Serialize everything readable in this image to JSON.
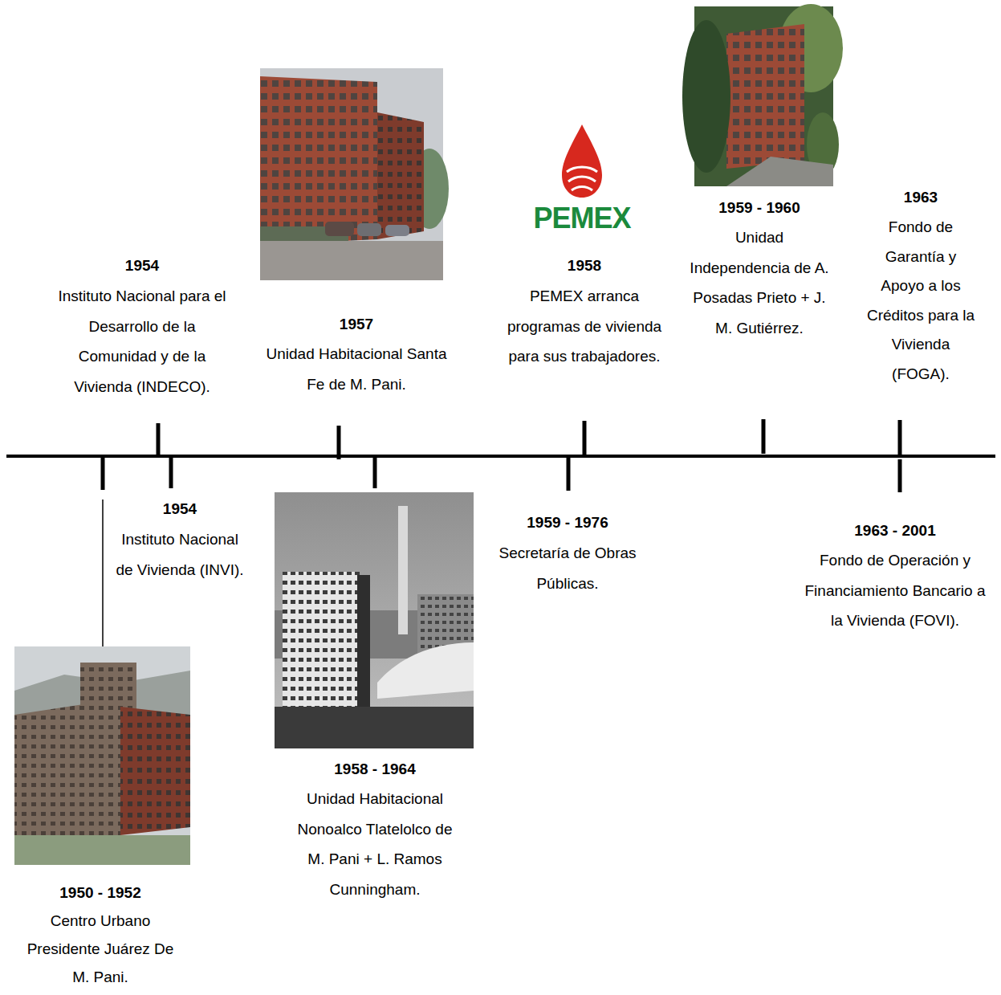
{
  "diagram": {
    "labels": [
      "1950 - 1952",
      "Centro Urbano Presidente Juárez De M. Pani.",
      "1954",
      "Instituto Nacional para el Desarrollo de la Comunidad y de la Vivienda (INDECO).",
      "1954",
      "Instituto Nacional de Vivienda (INVI).",
      "1957",
      "Unidad Habitacional Santa Fe de M. Pani.",
      "1958 - 1964",
      "Unidad Habitacional Nonoalco Tlatelolco de M. Pani + L. Ramos Cunningham.",
      "PEMEX",
      "1958",
      "PEMEX arranca programas de vivienda para sus trabajadores.",
      "1959 - 1976",
      "Secretaría de Obras Públicas.",
      "1959 - 1960",
      "Unidad Independencia de A. Posadas Prieto + J. M. Gutiérrez.",
      "1963",
      "Fondo de Garantía y Apoyo a los Créditos para la Vivienda (FOGA).",
      "1963 - 2001",
      "Fondo de Operación y Financiamiento Bancario a la Vivienda (FOVI)."
    ]
  }
}
